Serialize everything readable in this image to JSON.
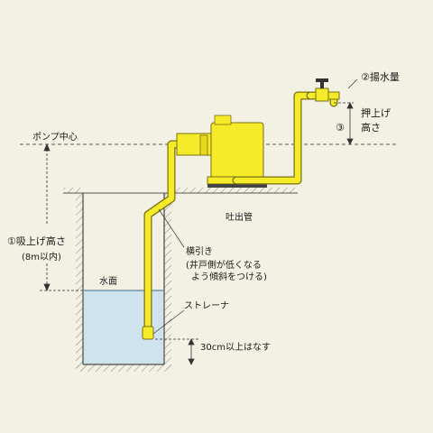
{
  "labels": {
    "pump_center": "ポンプ中心",
    "suction_height": "①吸上げ高さ",
    "suction_limit": "(8m以内)",
    "discharge_pipe": "吐出管",
    "horizontal_pipe": "横引き",
    "slope_note_1": "(井戸側が低くなる",
    "slope_note_2": "よう傾斜をつける)",
    "water_surface": "水面",
    "strainer": "ストレーナ",
    "strainer_clearance": "30cm以上はなす",
    "discharge_rate": "②揚水量",
    "push_height_1": "押上げ",
    "push_height_2": "高さ",
    "push_height_num": "③"
  },
  "colors": {
    "background": "#f2f1e4",
    "pipe": "#f6eb28",
    "pipe_outline": "#7a6f12",
    "water": "#cfe3ee",
    "ground": "#6b6b6b"
  }
}
